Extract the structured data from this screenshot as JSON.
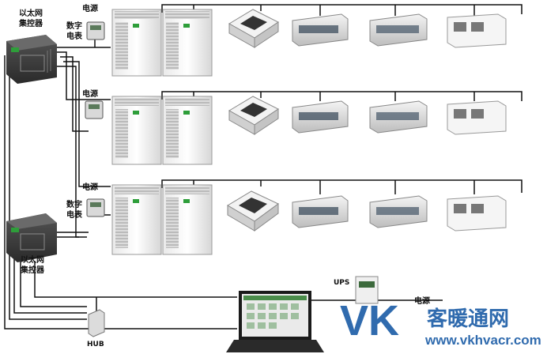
{
  "labels": {
    "ethernet_controller_line1": "以太网",
    "ethernet_controller_line2": "集控器",
    "power": "电源",
    "digital_meter_line1": "数字",
    "digital_meter_line2": "电表",
    "ups": "UPS",
    "hub": "HUB"
  },
  "watermark": {
    "brand_letters": "VK",
    "brand_name": "客暖通网",
    "url": "www.vkhvacr.com"
  },
  "colors": {
    "watermark_blue": "#1f5fa8",
    "line": "#111111",
    "unit_white": "#f2f2f2",
    "controller_dark": "#3c3c3c",
    "logo_green": "#2e9e3a"
  },
  "icons": [
    "ethernet-controller-icon",
    "outdoor-unit-icon",
    "cassette-unit-icon",
    "duct-unit-icon",
    "power-meter-icon",
    "ups-icon",
    "hub-icon",
    "laptop-icon"
  ]
}
